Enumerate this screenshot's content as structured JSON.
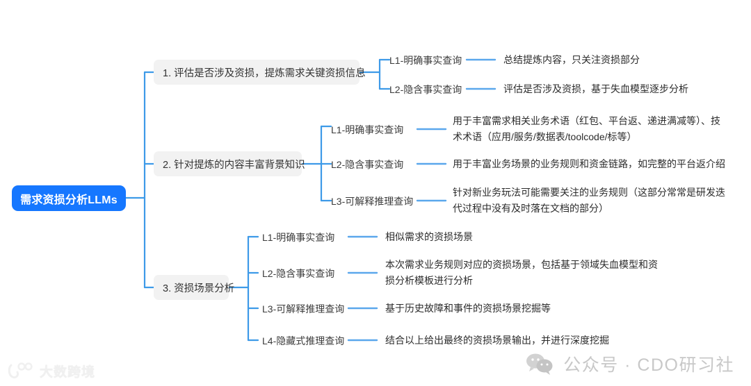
{
  "colors": {
    "root_bg": "#1677ff",
    "root_text": "#ffffff",
    "branch_bg": "#f2f2f2",
    "branch_text": "#333333",
    "connector": "#3d9ae8",
    "connector_light": "#6ab0ee",
    "leaf_text": "#2b2b2b",
    "watermark_left": "#f0f0f0",
    "watermark_right": "#c8c8c8",
    "page_bg": "#ffffff"
  },
  "root": {
    "label": "需求资损分析LLMs"
  },
  "branches": [
    {
      "label": "1. 评估是否涉及资损，提炼需求关键资损信息",
      "children": [
        {
          "label": "L1-明确事实查询",
          "desc": [
            "总结提炼内容，只关注资损部分"
          ]
        },
        {
          "label": "L2-隐含事实查询",
          "desc": [
            "评估是否涉及资损，基于失血模型逐步分析"
          ]
        }
      ]
    },
    {
      "label": "2. 针对提炼的内容丰富背景知识",
      "children": [
        {
          "label": "L1-明确事实查询",
          "desc": [
            "用于丰富需求相关业务术语（红包、平台返、递进满减等）、技",
            "术术语（应用/服务/数据表/toolcode/标等）"
          ]
        },
        {
          "label": "L2-隐含事实查询",
          "desc": [
            "用于丰富业务场景的业务规则和资金链路，如完整的平台返介绍"
          ]
        },
        {
          "label": "L3-可解释推理查询",
          "desc": [
            "针对新业务玩法可能需要关注的业务规则（这部分常常是研发迭",
            "代过程中没有及时落在文档的部分）"
          ]
        }
      ]
    },
    {
      "label": "3. 资损场景分析",
      "children": [
        {
          "label": "L1-明确事实查询",
          "desc": [
            "相似需求的资损场景"
          ]
        },
        {
          "label": "L2-隐含事实查询",
          "desc": [
            "本次需求业务规则对应的资损场景，包括基于领域失血模型和资",
            "损分析模板进行分析"
          ]
        },
        {
          "label": "L3-可解释推理查询",
          "desc": [
            "基于历史故障和事件的资损场景挖掘等"
          ]
        },
        {
          "label": "L4-隐藏式推理查询",
          "desc": [
            "结合以上给出最终的资损场景输出，并进行深度挖掘"
          ]
        }
      ]
    }
  ],
  "watermarks": {
    "left": {
      "text": "大数跨境",
      "icon": "dashu-logo-icon"
    },
    "right": {
      "text": "公众号 · CDO研习社",
      "icon": "wechat-icon"
    }
  }
}
